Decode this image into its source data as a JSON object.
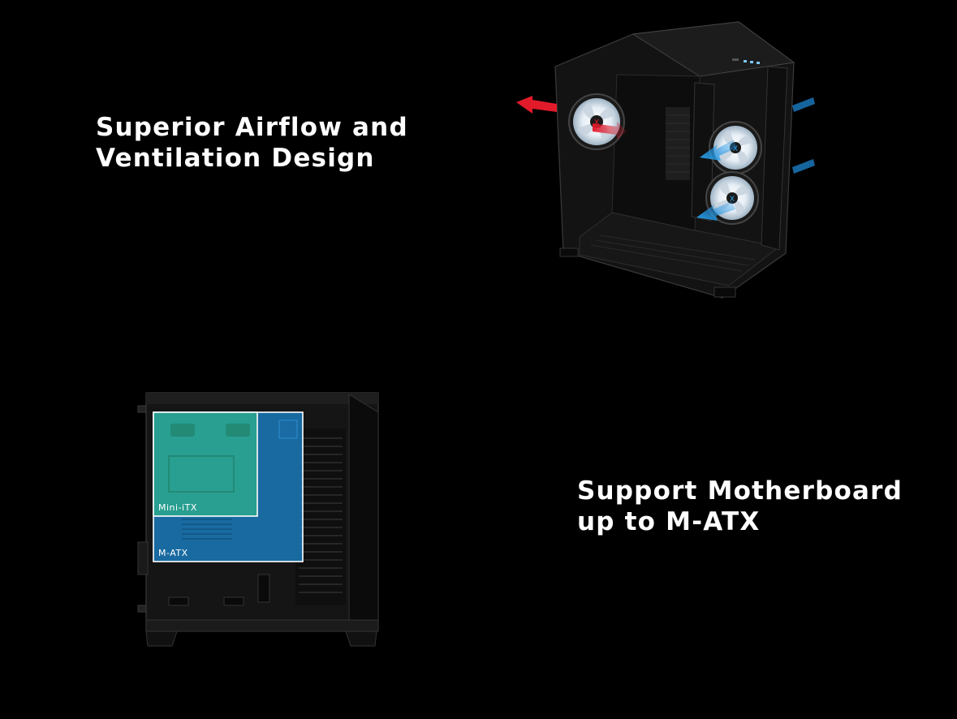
{
  "sections": [
    {
      "heading": [
        "Superior Airflow and",
        "Ventilation Design"
      ]
    },
    {
      "heading": [
        "Support Motherboard",
        "up to M-ATX"
      ]
    }
  ],
  "case_iso": {
    "brand_glyph": "X",
    "fan_icon": "fan-icon",
    "exhaust_arrow_color": "#e21b2b",
    "intake_arrow_color": "#1f8fe0"
  },
  "case_side": {
    "board_labels": [
      "Mini-iTX",
      "M-ATX"
    ],
    "mini_itx_color": "#2aa58e",
    "matx_color": "#1a79b8"
  }
}
